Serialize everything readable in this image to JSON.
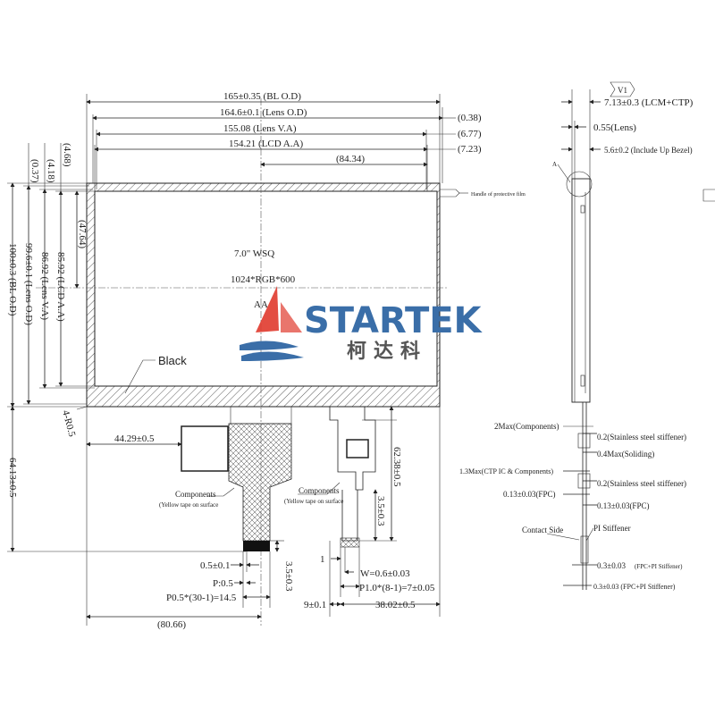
{
  "top_dims": {
    "bl_od": "165±0.35 (BL O.D)",
    "lens_od": "164.6±0.1 (Lens O.D)",
    "lens_va": "155.08 (Lens V.A)",
    "lcd_aa": "154.21 (LCD A.A)",
    "r1": "(0.38)",
    "r2": "(6.77)",
    "r3": "(7.23)",
    "center_offset": "(84.34)"
  },
  "left_dims": {
    "d468": "(4.68)",
    "d037": "(0.37)",
    "d418": "(4.18)",
    "d4764": "(47.64)",
    "lcd_aa": "85.92 (LCD A.A)",
    "lens_va": "86.92 (Lens V.A)",
    "lens_od": "99.6±0.1 (Lens O.D)",
    "bl_od": "100±0.3 (BL O.D)",
    "fpc_len": "64.13±0.5",
    "corner": "4-R0.5"
  },
  "panel": {
    "size": "7.0\" WSQ",
    "resolution": "1024*RGB*600",
    "aa": "AA",
    "black": "Black",
    "film_handle": "Handle of protective film"
  },
  "fpc": {
    "offset": "44.29±0.5",
    "components_left": "Components",
    "tape_left": "(Yellow tape on surface",
    "components_right": "Components",
    "tape_right": "(Yellow tape on surface",
    "d6238": "62.38±0.5",
    "d35a": "3.5±0.3",
    "d35b": "3.5±0.3",
    "pad_width": "0.5±0.1",
    "pitch": "P:0.5",
    "pitch_total": "P0.5*(30-1)=14.5",
    "bottom_total": "(80.66)",
    "one": "1",
    "w": "W=0.6±0.03",
    "p1": "P1.0*(8-1)=7±0.05",
    "d9": "9±0.1",
    "d3802": "38.02±0.5"
  },
  "side_view": {
    "v1": "V1",
    "lcm_ctp": "7.13±0.3 (LCM+CTP)",
    "lens": "0.55(Lens)",
    "bezel": "5.6±0.2 (Include Up Bezel)",
    "label_a": "A",
    "comp": "2Max(Components)",
    "stiff1": "0.2(Stainless steel stiffener)",
    "soliding": "0.4Max(Soliding)",
    "ctp_ic": "1.3Max(CTP IC & Components)",
    "stiff2": "0.2(Stainless steel stiffener)",
    "fpc1": "0.13±0.03(FPC)",
    "fpc2": "0.13±0.03(FPC)",
    "contact": "Contact Side",
    "pi": "PI Stiffener",
    "fpc_pi1": "0.3±0.03",
    "fpc_pi1b": "(FPC+PI Stiffener)",
    "fpc_pi2": "0.3±0.03 (FPC+PI Stiffener)"
  },
  "logo": {
    "name": "STARTEK",
    "cn": "柯达科",
    "colors": {
      "blue": "#3a6ea8",
      "red": "#e03a2e",
      "grey": "#555555"
    }
  }
}
